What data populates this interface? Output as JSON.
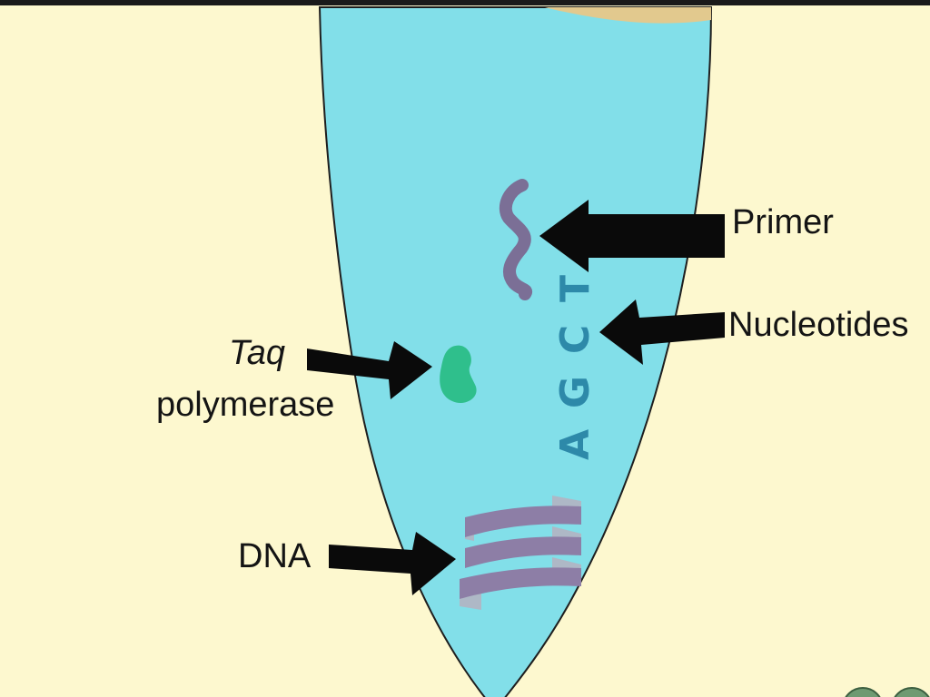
{
  "labels": {
    "primer": "Primer",
    "nucleotides": "Nucleotides",
    "taq_line1": "Taq",
    "taq_line2": "polymerase",
    "dna": "DNA"
  },
  "nucleotide_letters": [
    "A",
    "G",
    "C",
    "T"
  ],
  "colors": {
    "background": "#fdf8cf",
    "tube_fill": "#82dfe9",
    "tube_outline": "#1e1e1e",
    "cap_fill": "#e2c98e",
    "primer": "#7b6f96",
    "primer_outline": "#5a5378",
    "dna_front": "#8d7ea6",
    "dna_back": "#aeb8c6",
    "polymerase": "#2fbf8c",
    "nucleotide_text": "#2d89a9",
    "arrow": "#0a0a0a"
  },
  "icons": [
    "tube",
    "primer-squiggle",
    "taq-polymerase-blob",
    "dna-helix",
    "arrow"
  ]
}
